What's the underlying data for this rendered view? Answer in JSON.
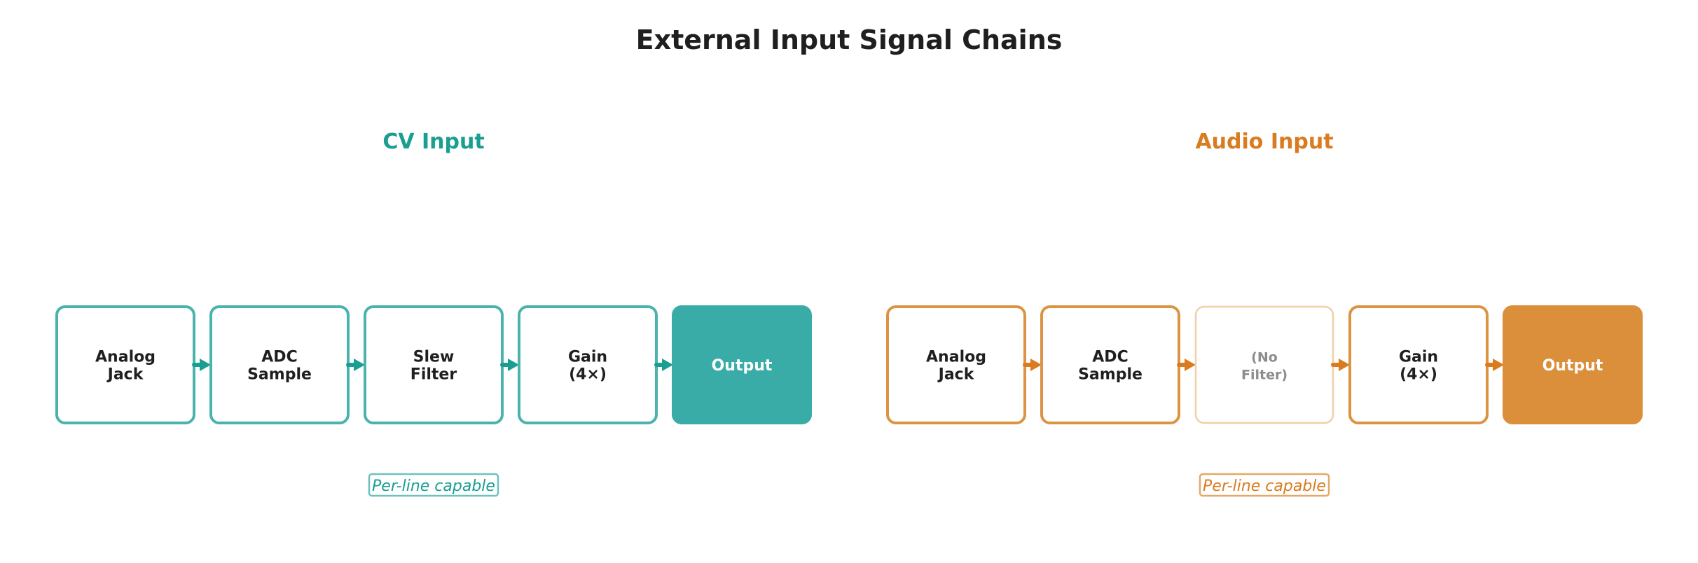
{
  "title": "External Input Signal Chains",
  "chains": [
    {
      "name": "CV Input",
      "color": "#1a9e92",
      "stroke": "#4ab3ad",
      "fill": "#3aaca8",
      "tag": "Per-line capable",
      "tag_under_stage": 2,
      "stages": [
        {
          "lines": [
            "Analog",
            "Jack"
          ],
          "style": "normal"
        },
        {
          "lines": [
            "ADC",
            "Sample"
          ],
          "style": "normal"
        },
        {
          "lines": [
            "Slew",
            "Filter"
          ],
          "style": "normal"
        },
        {
          "lines": [
            "Gain",
            "(4×)"
          ],
          "style": "normal"
        },
        {
          "lines": [
            "Output"
          ],
          "style": "output"
        }
      ]
    },
    {
      "name": "Audio Input",
      "color": "#d97b1e",
      "stroke": "#dc9444",
      "fill": "#db8f3a",
      "dim_stroke": "#f0cfa8",
      "tag": "Per-line capable",
      "tag_under_stage": 2,
      "stages": [
        {
          "lines": [
            "Analog",
            "Jack"
          ],
          "style": "normal"
        },
        {
          "lines": [
            "ADC",
            "Sample"
          ],
          "style": "normal"
        },
        {
          "lines": [
            "(No",
            "Filter)"
          ],
          "style": "disabled"
        },
        {
          "lines": [
            "Gain",
            "(4×)"
          ],
          "style": "normal"
        },
        {
          "lines": [
            "Output"
          ],
          "style": "output"
        }
      ]
    }
  ]
}
